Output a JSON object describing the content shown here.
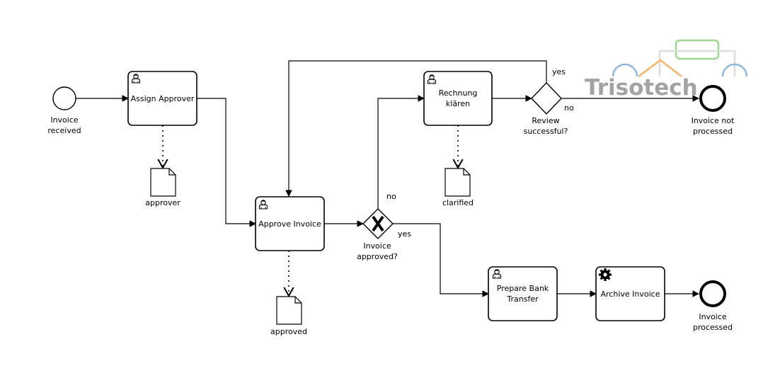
{
  "diagram": {
    "events": {
      "start_invoice_received": "Invoice\nreceived",
      "end_invoice_not_processed": "Invoice not\nprocessed",
      "end_invoice_processed": "Invoice\nprocessed"
    },
    "tasks": {
      "assign_approver": "Assign Approver",
      "approve_invoice": "Approve Invoice",
      "rechnung_klaren": "Rechnung\nklären",
      "prepare_bank_transfer": "Prepare Bank\nTransfer",
      "archive_invoice": "Archive Invoice"
    },
    "gateways": {
      "invoice_approved": "Invoice\napproved?",
      "review_successful": "Review\nsuccessful?"
    },
    "data_objects": {
      "approver": "approver",
      "clarified": "clarified",
      "approved": "approved"
    },
    "flow_labels": {
      "approved_no": "no",
      "approved_yes": "yes",
      "review_yes": "yes",
      "review_no": "no"
    },
    "watermark": {
      "text": "Trisotech",
      "colors": {
        "blue": "#4a7fc1",
        "gray": "#9a9a9a",
        "orange": "#f5b466",
        "green": "#9ed68f",
        "light_blue": "#8fb8de"
      }
    }
  }
}
